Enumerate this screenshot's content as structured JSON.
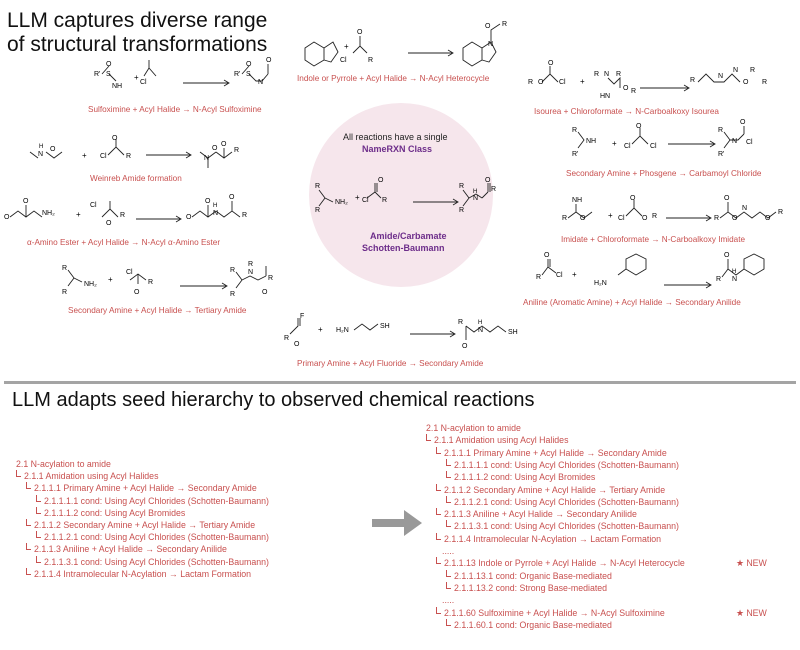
{
  "titles": {
    "top_line1": "LLM captures diverse range",
    "top_line2": "of structural transformations",
    "bottom": "LLM adapts seed hierarchy to observed chemical reactions"
  },
  "reactions": {
    "indole": "Indole or Pyrrole + Acyl Halide → N-Acyl Heterocycle",
    "sulfox": "Sulfoximine + Acyl Halide → N-Acyl Sulfoximine",
    "isourea": "Isourea + Chloroformate → N-Carboalkoxy Isourea",
    "weinreb": "Weinreb Amide formation",
    "phosgene": "Secondary Amine + Phosgene → Carbamoyl Chloride",
    "aminoester": "α-Amino Ester + Acyl Halide → N-Acyl α-Amino Ester",
    "imidate": "Imidate + Chloroformate → N-Carboalkoxy Imidate",
    "secamine": "Secondary Amine + Acyl Halide → Tertiary Amide",
    "aniline": "Aniline (Aromatic Amine) + Acyl Halide → Secondary Anilide",
    "fluoride": "Primary Amine + Acyl Fluoride → Secondary Amide"
  },
  "center": {
    "line1": "All reactions have a single",
    "line2": "NameRXN Class",
    "class1": "Amide/Carbamate",
    "class2": "Schotten-Baumann"
  },
  "seed_tree": [
    {
      "text": "2.1  N-acylation to amide",
      "level": 0
    },
    {
      "text": "2.1.1  Amidation using Acyl Halides",
      "level": 1
    },
    {
      "text": "2.1.1.1  Primary Amine + Acyl Halide → Secondary Amide",
      "level": 2
    },
    {
      "text": "2.1.1.1.1  cond: Using Acyl Chlorides (Schotten-Baumann)",
      "level": 3
    },
    {
      "text": "2.1.1.1.2  cond: Using Acyl Bromides",
      "level": 3
    },
    {
      "text": "2.1.1.2  Secondary Amine + Acyl Halide → Tertiary Amide",
      "level": 2
    },
    {
      "text": "2.1.1.2.1  cond: Using Acyl Chlorides (Schotten-Baumann)",
      "level": 3
    },
    {
      "text": "2.1.1.3  Aniline + Acyl Halide → Secondary Anilide",
      "level": 2
    },
    {
      "text": "2.1.1.3.1  cond: Using Acyl Chlorides (Schotten-Baumann)",
      "level": 3
    },
    {
      "text": "2.1.1.4  Intramolecular N-Acylation → Lactam Formation",
      "level": 2
    }
  ],
  "adapted_tree": [
    {
      "text": "2.1  N-acylation to amide",
      "level": 0
    },
    {
      "text": "2.1.1  Amidation using Acyl Halides",
      "level": 1
    },
    {
      "text": "2.1.1.1  Primary Amine + Acyl Halide → Secondary Amide",
      "level": 2
    },
    {
      "text": "2.1.1.1.1  cond: Using Acyl Chlorides (Schotten-Baumann)",
      "level": 3
    },
    {
      "text": "2.1.1.1.2  cond: Using Acyl Bromides",
      "level": 3
    },
    {
      "text": "2.1.1.2  Secondary Amine + Acyl Halide → Tertiary Amide",
      "level": 2
    },
    {
      "text": "2.1.1.2.1  cond: Using Acyl Chlorides (Schotten-Baumann)",
      "level": 3
    },
    {
      "text": "2.1.1.3  Aniline + Acyl Halide → Secondary Anilide",
      "level": 2
    },
    {
      "text": "2.1.1.3.1  cond: Using Acyl Chlorides (Schotten-Baumann)",
      "level": 3
    },
    {
      "text": "2.1.1.4  Intramolecular N-Acylation → Lactam Formation",
      "level": 2
    },
    {
      "text": ".....",
      "level": 2,
      "plain": true
    },
    {
      "text": "2.1.1.13  Indole or Pyrrole + Acyl Halide → N-Acyl Heterocycle",
      "level": 2,
      "badge": "★ NEW"
    },
    {
      "text": "2.1.1.13.1  cond: Organic Base-mediated",
      "level": 3
    },
    {
      "text": "2.1.1.13.2  cond: Strong Base-mediated",
      "level": 3
    },
    {
      "text": ".....",
      "level": 2,
      "plain": true
    },
    {
      "text": "2.1.1.60  Sulfoximine + Acyl Halide → N-Acyl Sulfoximine",
      "level": 2,
      "badge": "★ NEW"
    },
    {
      "text": "2.1.1.60.1  cond: Organic Base-mediated",
      "level": 3
    }
  ],
  "colors": {
    "accent": "#c8504f",
    "purple": "#6d2d8a",
    "circle": "#f6e6ec",
    "arrow": "#999999"
  }
}
